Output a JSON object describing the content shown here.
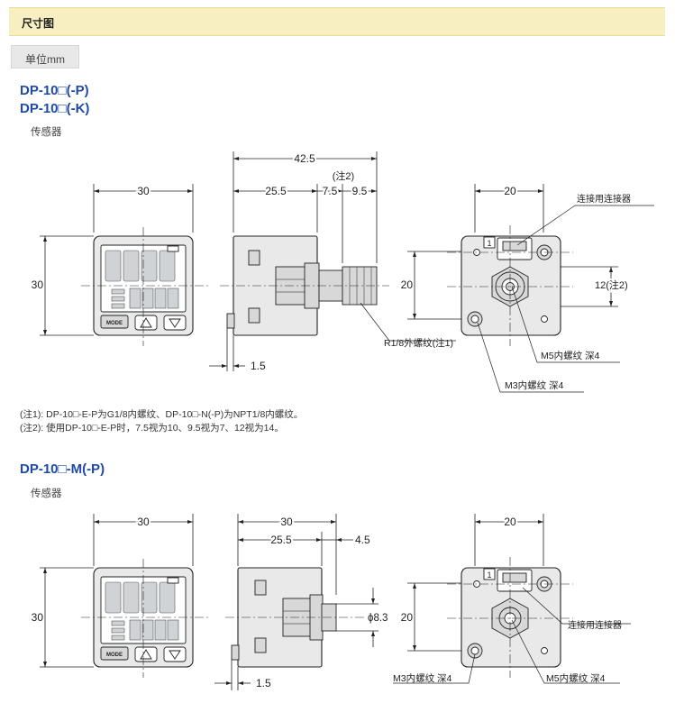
{
  "header": {
    "title": "尺寸图"
  },
  "unit_label": "单位mm",
  "section1": {
    "model_lines": [
      "DP-10□(-P)",
      "DP-10□(-K)"
    ],
    "subtitle": "传感器",
    "front": {
      "width": "30",
      "height": "30",
      "mode_label": "MODE"
    },
    "side": {
      "total": "42.5",
      "body": "25.5",
      "note_label": "(注2)",
      "mid": "7.5",
      "port": "9.5",
      "offset": "1.5",
      "thread": "R1/8外螺纹(注1)"
    },
    "rear": {
      "width": "20",
      "height": "20",
      "pin_label": "1",
      "connector_label": "连接用连接器",
      "offset": "12(注2)",
      "m5_label": "M5内螺纹 深4",
      "m3_label": "M3内螺纹 深4"
    },
    "notes": [
      "(注1):  DP-10□-E-P为G1/8内螺纹、DP-10□-N(-P)为NPT1/8内螺纹。",
      "(注2):  使用DP-10□-E-P时，7.5视为10、9.5视为7、12视为14。"
    ]
  },
  "section2": {
    "model_lines": [
      "DP-10□-M(-P)"
    ],
    "subtitle": "传感器",
    "front": {
      "width": "30",
      "height": "30",
      "mode_label": "MODE"
    },
    "side": {
      "total": "30",
      "body": "25.5",
      "port": "4.5",
      "offset": "1.5",
      "diameter": "ϕ8.3"
    },
    "rear": {
      "width": "20",
      "height": "20",
      "pin_label": "1",
      "connector_label": "连接用连接器",
      "m3_label": "M3内螺纹 深4",
      "m5_label": "M5内螺纹 深4"
    }
  }
}
